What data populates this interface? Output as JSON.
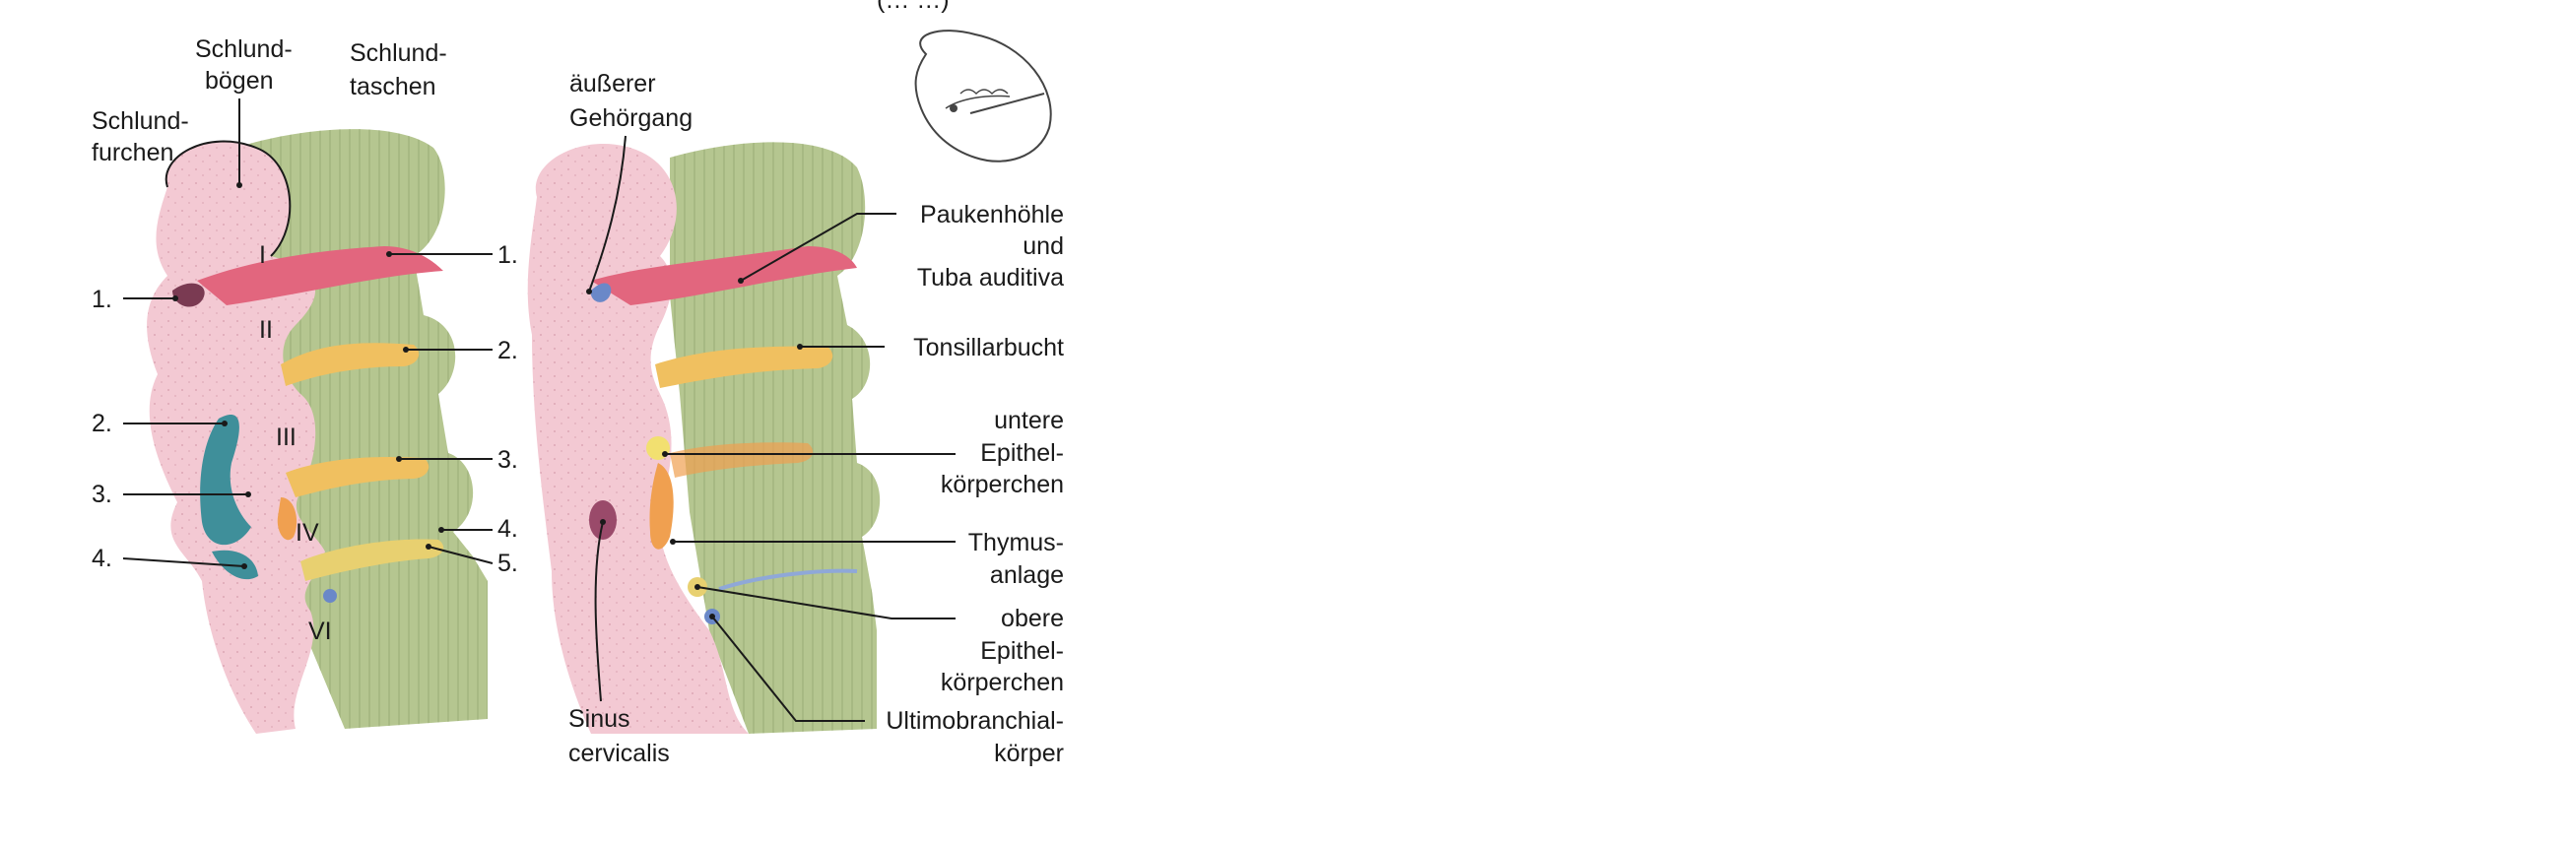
{
  "top_fragment": "(… …)",
  "left_figure": {
    "headings": {
      "arches": [
        "Schlund-",
        "bögen"
      ],
      "pouches": [
        "Schlund-",
        "taschen"
      ],
      "clefts": [
        "Schlund-",
        "furchen"
      ]
    },
    "arch_numerals": [
      "I",
      "II",
      "III",
      "IV",
      "VI"
    ],
    "cleft_numbers": [
      "1.",
      "2.",
      "3.",
      "4."
    ],
    "pouch_numbers": [
      "1.",
      "2.",
      "3.",
      "4.",
      "5."
    ]
  },
  "right_figure": {
    "left_labels": {
      "ear_canal": [
        "äußerer",
        "Gehörgang"
      ],
      "sinus": [
        "Sinus",
        "cervicalis"
      ]
    },
    "right_labels": [
      [
        "Paukenhöhle",
        "und",
        "Tuba auditiva"
      ],
      [
        "Tonsillarbucht"
      ],
      [
        "untere",
        "Epithel-",
        "körperchen"
      ],
      [
        "Thymus-",
        "anlage"
      ],
      [
        "obere",
        "Epithel-",
        "körperchen"
      ],
      [
        "Ultimobranchial-",
        "körper"
      ]
    ]
  },
  "colors": {
    "arch_pink": "#f3c9d3",
    "arch_green": "#b5c690",
    "pouch_red": "#e2667e",
    "pouch_yellow": "#f0c060",
    "cleft_teal": "#3f8f9a",
    "thymus_orange": "#f0a050",
    "sinus_purple": "#9a4a6a",
    "ultimo_blue": "#6a88c8"
  }
}
